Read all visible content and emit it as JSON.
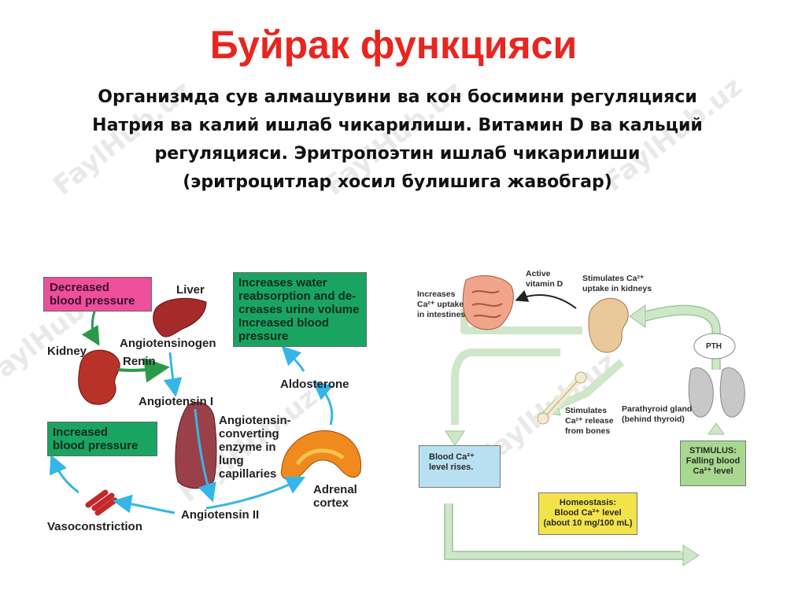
{
  "title": "Буйрак функцияси",
  "subtitle_lines": [
    "Организмда сув алмашувини ва кон босимини регуляцияси",
    "Натрия ва калий ишлаб чикарилиши. Витамин D ва кальций",
    "регуляцияси. Эритропоэтин ишлаб чикарилиши",
    "(эритроцитлар хосил булишига жавобгар)"
  ],
  "watermark": "FaylHub.uz",
  "left_diagram": {
    "decreased_bp": [
      "Decreased",
      "blood pressure"
    ],
    "liver": "Liver",
    "angiotensinogen": "Angiotensinogen",
    "kidney": "Kidney",
    "renin": "Renin",
    "angiotensin1": "Angiotensin I",
    "ace": [
      "Angiotensin-",
      "converting",
      "enzyme in",
      "lung",
      "capillaries"
    ],
    "angiotensin2": "Angiotensin II",
    "vasoconstriction": "Vasoconstriction",
    "increased_bp": [
      "Increased",
      "blood pressure"
    ],
    "increases_water": [
      "Increases water",
      "reabsorption and de-",
      "creases urine volume",
      "Increased blood",
      "pressure"
    ],
    "aldosterone": "Aldosterone",
    "adrenal": [
      "Adrenal",
      "cortex"
    ]
  },
  "right_diagram": {
    "active_vit_d": [
      "Active",
      "vitamin D"
    ],
    "increases_uptake": [
      "Increases",
      "Ca²⁺ uptake",
      "in intestines"
    ],
    "stimulates_kidneys": [
      "Stimulates Ca²⁺",
      "uptake in kidneys"
    ],
    "pth": "PTH",
    "stimulates_release": [
      "Stimulates",
      "Ca²⁺ release",
      "from bones"
    ],
    "parathyroid": [
      "Parathyroid gland",
      "(behind thyroid)"
    ],
    "blood_rises": [
      "Blood Ca²⁺",
      "level rises."
    ],
    "stimulus": [
      "STIMULUS:",
      "Falling blood",
      "Ca²⁺ level"
    ],
    "homeostasis": [
      "Homeostasis:",
      "Blood Ca²⁺ level",
      "(about 10 mg/100 mL)"
    ]
  },
  "colors": {
    "title": "#e8251f",
    "pink_box": "#ee4f9a",
    "green_box": "#19a561",
    "arrow_blue": "#35b6e8",
    "pale_green_arrow": "#cfe7c9",
    "blood_box": "#b9e0f0",
    "stimulus_box": "#a8d88f",
    "homeostasis_box": "#f3e34a"
  }
}
